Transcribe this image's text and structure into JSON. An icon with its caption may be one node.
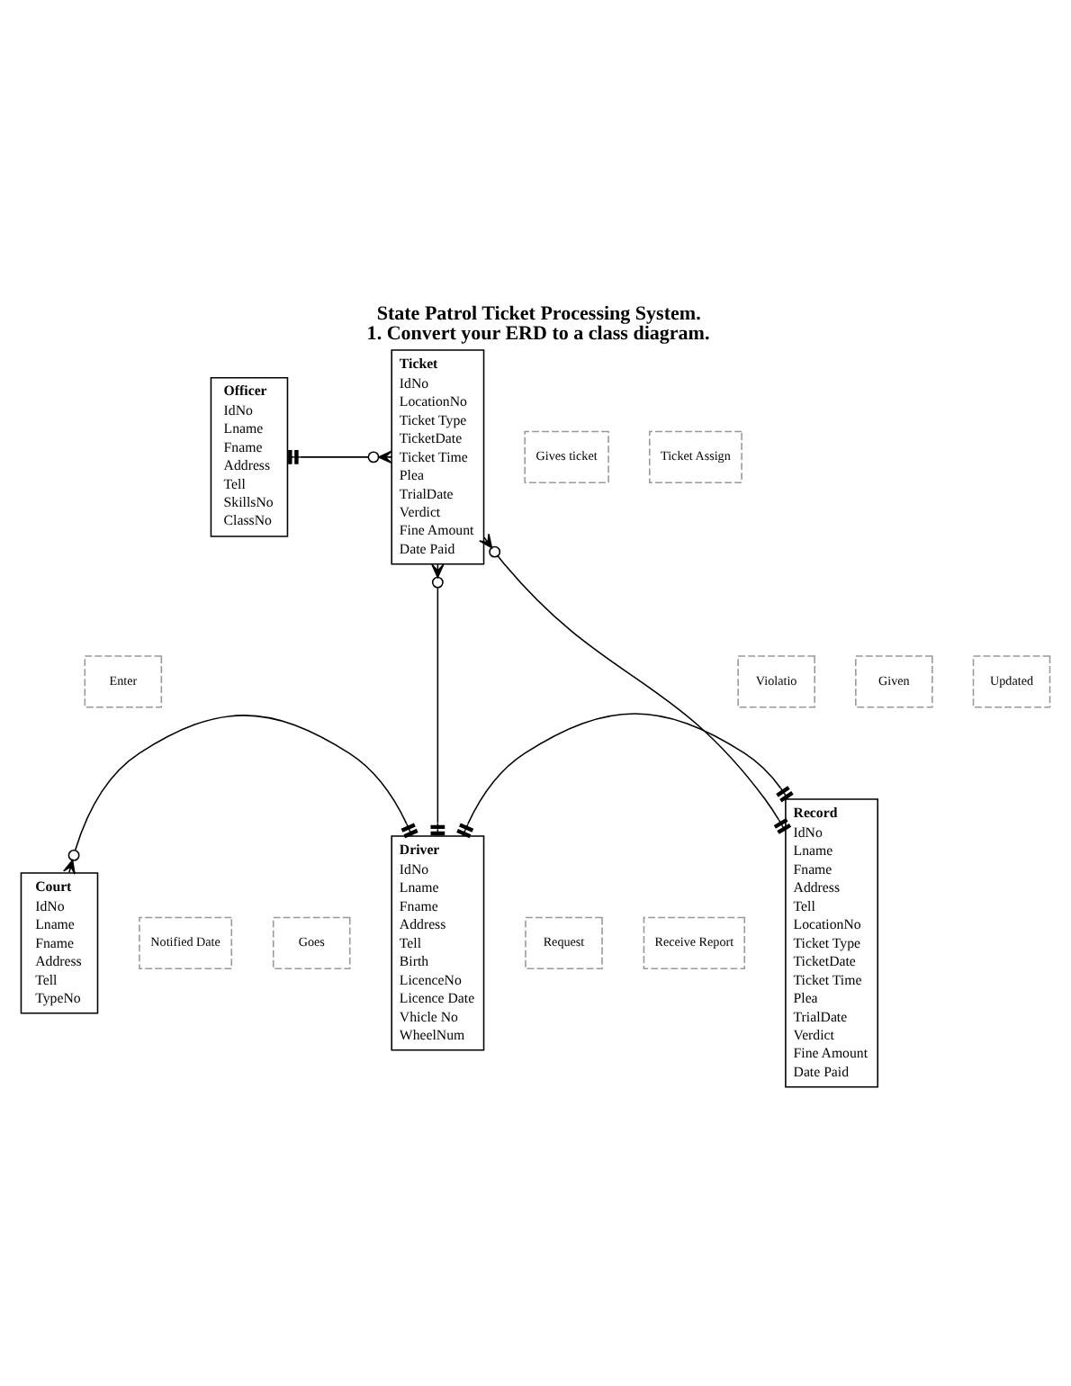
{
  "diagram": {
    "title": "State Patrol Ticket Processing System.",
    "caption": "1. Convert your ERD to a class diagram.",
    "nodes": [
      {
        "text": [
          "Officer",
          "IdNo",
          "Lname",
          "Fname",
          "Address",
          "Tell",
          "SkillsNo",
          "ClassNo"
        ]
      },
      {
        "text": [
          "Ticket",
          "IdNo",
          "LocationNo",
          "Ticket Type",
          "TicketDate",
          "Ticket Time",
          "Plea",
          "TrialDate",
          "Verdict",
          "Fine Amount",
          "Date Paid"
        ]
      },
      {
        "text": [
          "Court",
          "IdNo",
          "Lname",
          "Fname",
          "Address",
          "Tell",
          "TypeNo"
        ]
      },
      {
        "text": [
          "Driver",
          "IdNo",
          "Lname",
          "Fname",
          "Address",
          "Tell",
          "Birth",
          "LicenceNo",
          "Licence Date",
          "Vhicle No",
          "WheelNum"
        ]
      },
      {
        "text": [
          "Record",
          "IdNo",
          "Lname",
          "Fname",
          "Address",
          "Tell",
          "LocationNo",
          "Ticket Type",
          "TicketDate",
          "Ticket Time",
          "Plea",
          "TrialDate",
          "Verdict",
          "Fine Amount",
          "Date Paid"
        ]
      }
    ],
    "edges": [
      {
        "from": 0,
        "to": 1,
        "arrow": "other"
      },
      {
        "from": 1,
        "to": 4,
        "arrow": "other"
      },
      {
        "from": 1,
        "to": 3,
        "arrow": "other"
      },
      {
        "from": 2,
        "to": 3,
        "arrow": "other"
      },
      {
        "from": 3,
        "to": 4,
        "arrow": "other"
      }
    ],
    "labels": [
      "Gives ticket",
      "Ticket Assign",
      "Enter",
      "Violatio",
      "Given",
      "Updated",
      "Notified Date",
      "Goes",
      "Request",
      "Receive Report"
    ]
  }
}
